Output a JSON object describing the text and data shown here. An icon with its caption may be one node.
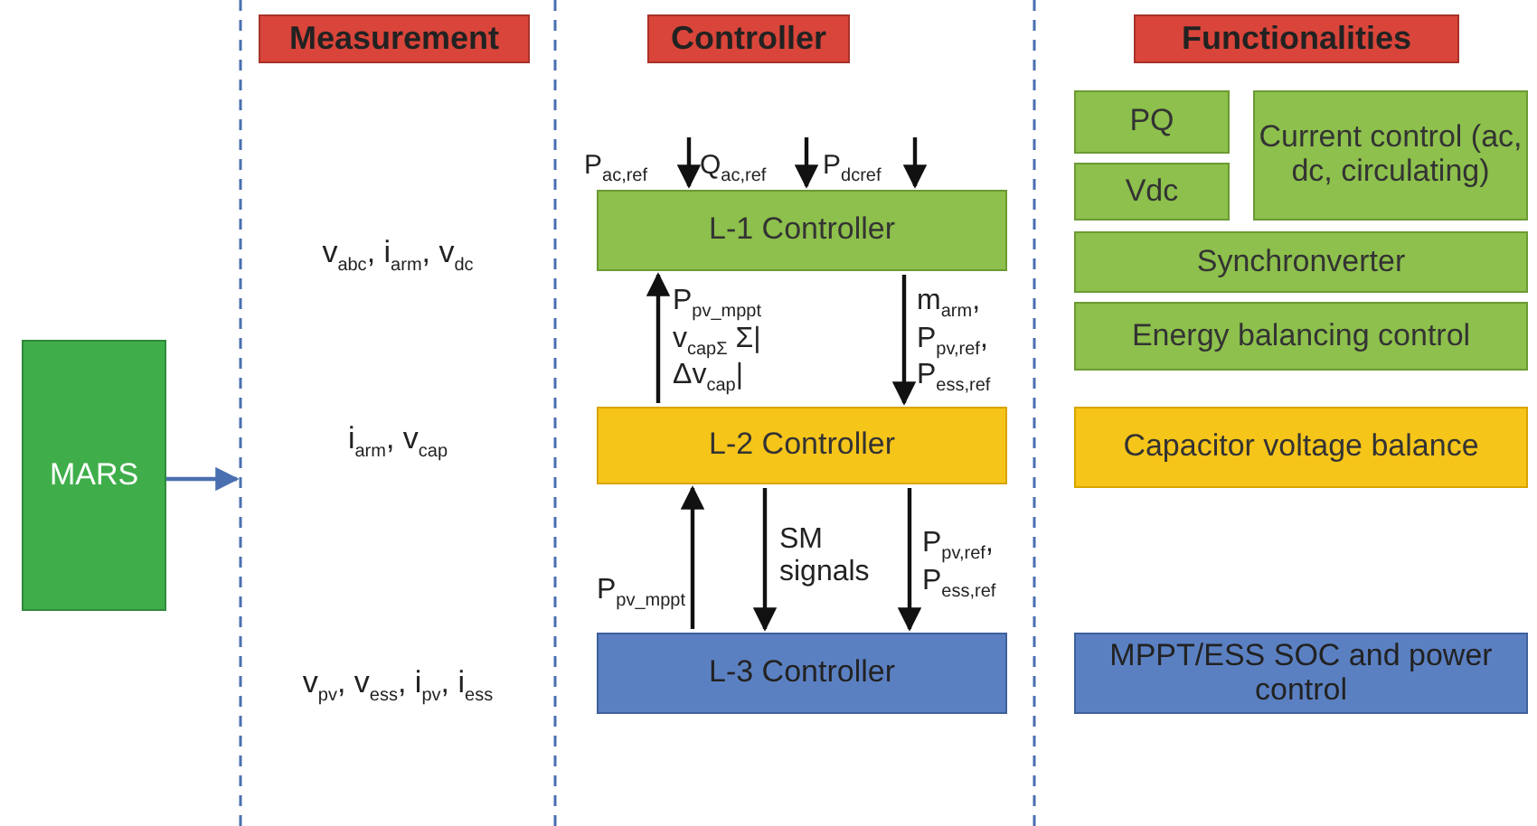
{
  "diagram": {
    "nodes": [
      {
        "text": [
          "MARS"
        ]
      },
      {
        "text": [
          "Measurement"
        ]
      },
      {
        "text": [
          "Controller"
        ]
      },
      {
        "text": [
          "Functionalities"
        ]
      },
      {
        "text": [
          "L-1 Controller"
        ]
      },
      {
        "text": [
          "L-2 Controller"
        ]
      },
      {
        "text": [
          "L-3 Controller"
        ]
      },
      {
        "text": [
          "PQ"
        ]
      },
      {
        "text": [
          "Current control (ac, dc, circulating)"
        ]
      },
      {
        "text": [
          "Vdc"
        ]
      },
      {
        "text": [
          "Synchronverter"
        ]
      },
      {
        "text": [
          "Energy balancing control"
        ]
      },
      {
        "text": [
          "Capacitor voltage balance"
        ]
      },
      {
        "text": [
          "MPPT/ESS SOC and power control"
        ]
      }
    ],
    "edges": [
      {
        "from": 0,
        "to": null,
        "arrow": "to",
        "color": "#4a6fb0"
      },
      {
        "from": null,
        "to": 4,
        "arrow": "to",
        "label": "P$_{ac,ref}$"
      },
      {
        "from": null,
        "to": 4,
        "arrow": "to",
        "label": "Q$_{ac,ref}$"
      },
      {
        "from": null,
        "to": 4,
        "arrow": "to",
        "label": "P$_{dcref}$"
      },
      {
        "from": 5,
        "to": 4,
        "arrow": "to",
        "label": "P$_{pv_mppt}$ v$_{capΣ}$ Σ|Δv$_{cap}$|"
      },
      {
        "from": 4,
        "to": 5,
        "arrow": "to",
        "label": "m$_{arm}$, P$_{pv,ref}$, P$_{ess,ref}$"
      },
      {
        "from": 6,
        "to": 5,
        "arrow": "to",
        "label": "P$_{pv_mppt}$"
      },
      {
        "from": 5,
        "to": 6,
        "arrow": "to",
        "label": "SM signals"
      },
      {
        "from": 5,
        "to": 6,
        "arrow": "to",
        "label": "P$_{pv,ref}$, P$_{ess,ref}$"
      }
    ],
    "labels": [
      "v$_{abc}$, i$_{arm}$, v$_{dc}$",
      "i$_{arm}$, v$_{cap}$",
      "v$_{pv}$, v$_{ess}$, i$_{pv}$, i$_{ess}$"
    ]
  }
}
